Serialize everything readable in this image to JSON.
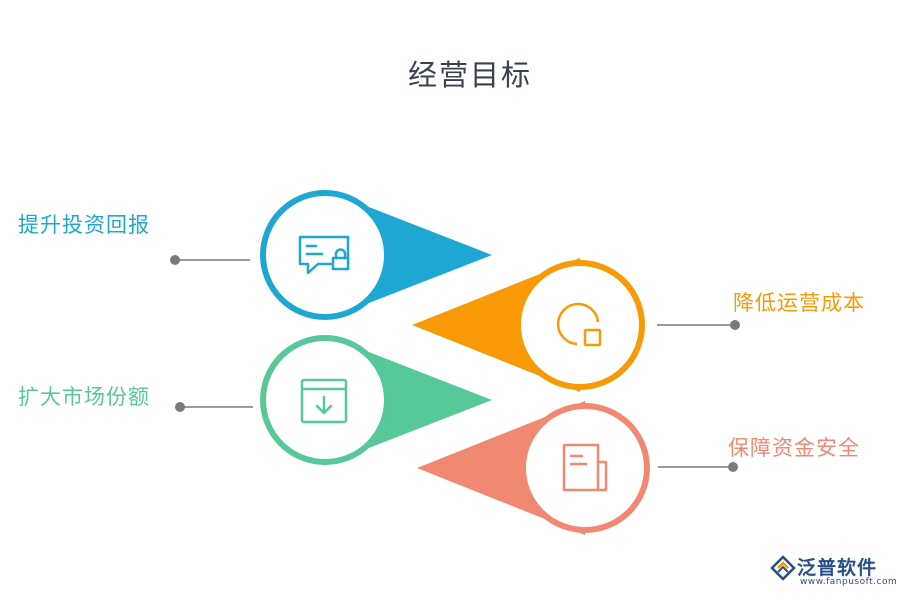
{
  "title": "经营目标",
  "goals": [
    {
      "label": "提升投资回报",
      "color": "#1ea7d3",
      "icon": "message-lock-icon"
    },
    {
      "label": "降低运营成本",
      "color": "#f79a05",
      "icon": "pie-chart-square-icon"
    },
    {
      "label": "扩大市场份额",
      "color": "#57c897",
      "icon": "download-box-icon"
    },
    {
      "label": "保障资金安全",
      "color": "#f08872",
      "icon": "document-icon"
    }
  ],
  "logo": {
    "name": "泛普软件",
    "url": "www.fanpusoft.com"
  }
}
